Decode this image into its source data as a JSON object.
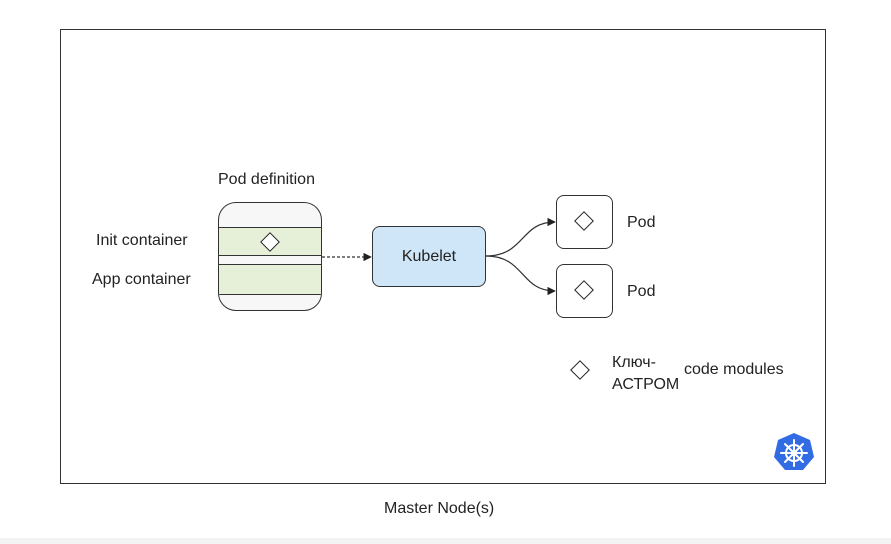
{
  "diagram": {
    "pod_definition_label": "Pod definition",
    "init_container_label": "Init container",
    "app_container_label": "App container",
    "kubelet_label": "Kubelet",
    "pods": [
      {
        "label": "Pod"
      },
      {
        "label": "Pod"
      }
    ],
    "legend": {
      "key_line1": "Ключ-",
      "key_line2": "АСТРОМ",
      "description": "code modules"
    },
    "caption": "Master Node(s)",
    "colors": {
      "kubelet_fill": "#cfe6f8",
      "container_band_fill": "#e6f0d8",
      "logo_blue": "#326ce5"
    },
    "logo_icon": "kubernetes-helm-icon"
  }
}
